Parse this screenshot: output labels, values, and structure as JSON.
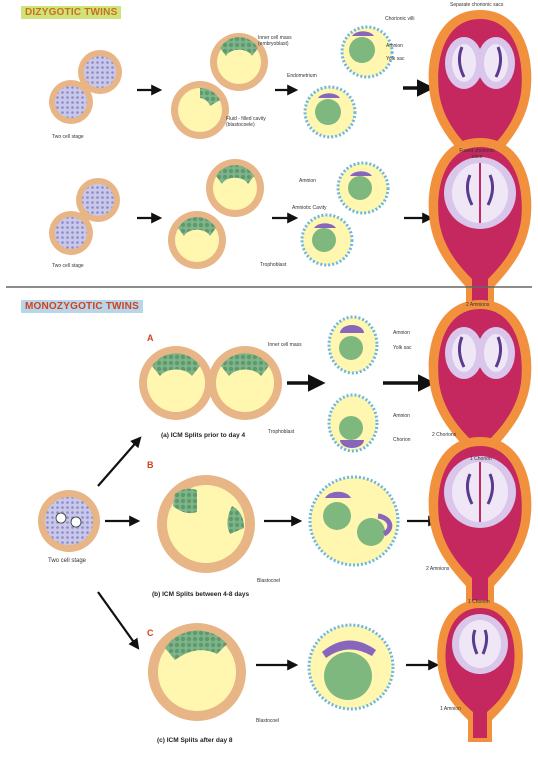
{
  "colors": {
    "dizygotic_title": "#c8701e",
    "dizygotic_bg": "#cfe37a",
    "monozygotic_title": "#d0421f",
    "monozygotic_bg": "#b8d6ea",
    "zona": "#e8b586",
    "blastocoel": "#fff7b0",
    "inner_mass": "#7fb48a",
    "uterus_outer": "#f2913d",
    "uterus_wall": "#c4285f",
    "trophoblast_villi": "#6bb6e6",
    "amnion": "#8866bb",
    "embryo": "#7fb87f"
  },
  "dizygotic": {
    "title": "DIZYGOTIC TWINS",
    "labels": {
      "two_cell_1": "Two cell stage",
      "inner_cell_mass": "Inner cell mass (embryoblast)",
      "fluid_filled": "Fluid - filled cavity (blastocoele)",
      "chorionic_villi": "Chorionic villi",
      "amnion_1": "Amnion",
      "yolk_sac_1": "Yolk sac",
      "endometrium_1": "Endometrium",
      "separate_chorionic": "Separate chorionic sacs",
      "two_cell_2": "Two cell stage",
      "amnion_2": "Amnion",
      "amniotic_cavity": "Amniotic Cavity",
      "trophoblast_1": "Trophoblast",
      "fused_chorionic": "Fused chorionic sacs"
    }
  },
  "monozygotic": {
    "title": "MONOZYGOTIC TWINS",
    "letters": [
      "A",
      "B",
      "C"
    ],
    "labels": {
      "inner_cell_mass": "Inner cell mass",
      "trophoblast": "Trophoblast",
      "amnion_a1": "Amnion",
      "yolk_sac": "Yolk sac",
      "amnion_a2": "Amnion",
      "chorion_a": "Chorion",
      "two_amnions_top": "2 Amnions",
      "two_chorions": "2 Chorions",
      "one_chorion_b": "1 Chorion",
      "two_amnions_b": "2 Amnions",
      "blastocoel_b": "Blastocoel",
      "two_cell": "Two cell stage",
      "one_chorion_c": "1 Chorion",
      "one_amnion_c": "1 Amnion",
      "blastocoel_c": "Blastocoel"
    },
    "captions": {
      "a": "(a) ICM Splits prior to day 4",
      "b": "(b) ICM Splits between 4-8 days",
      "c": "(c) ICM Splits after day 8"
    }
  }
}
